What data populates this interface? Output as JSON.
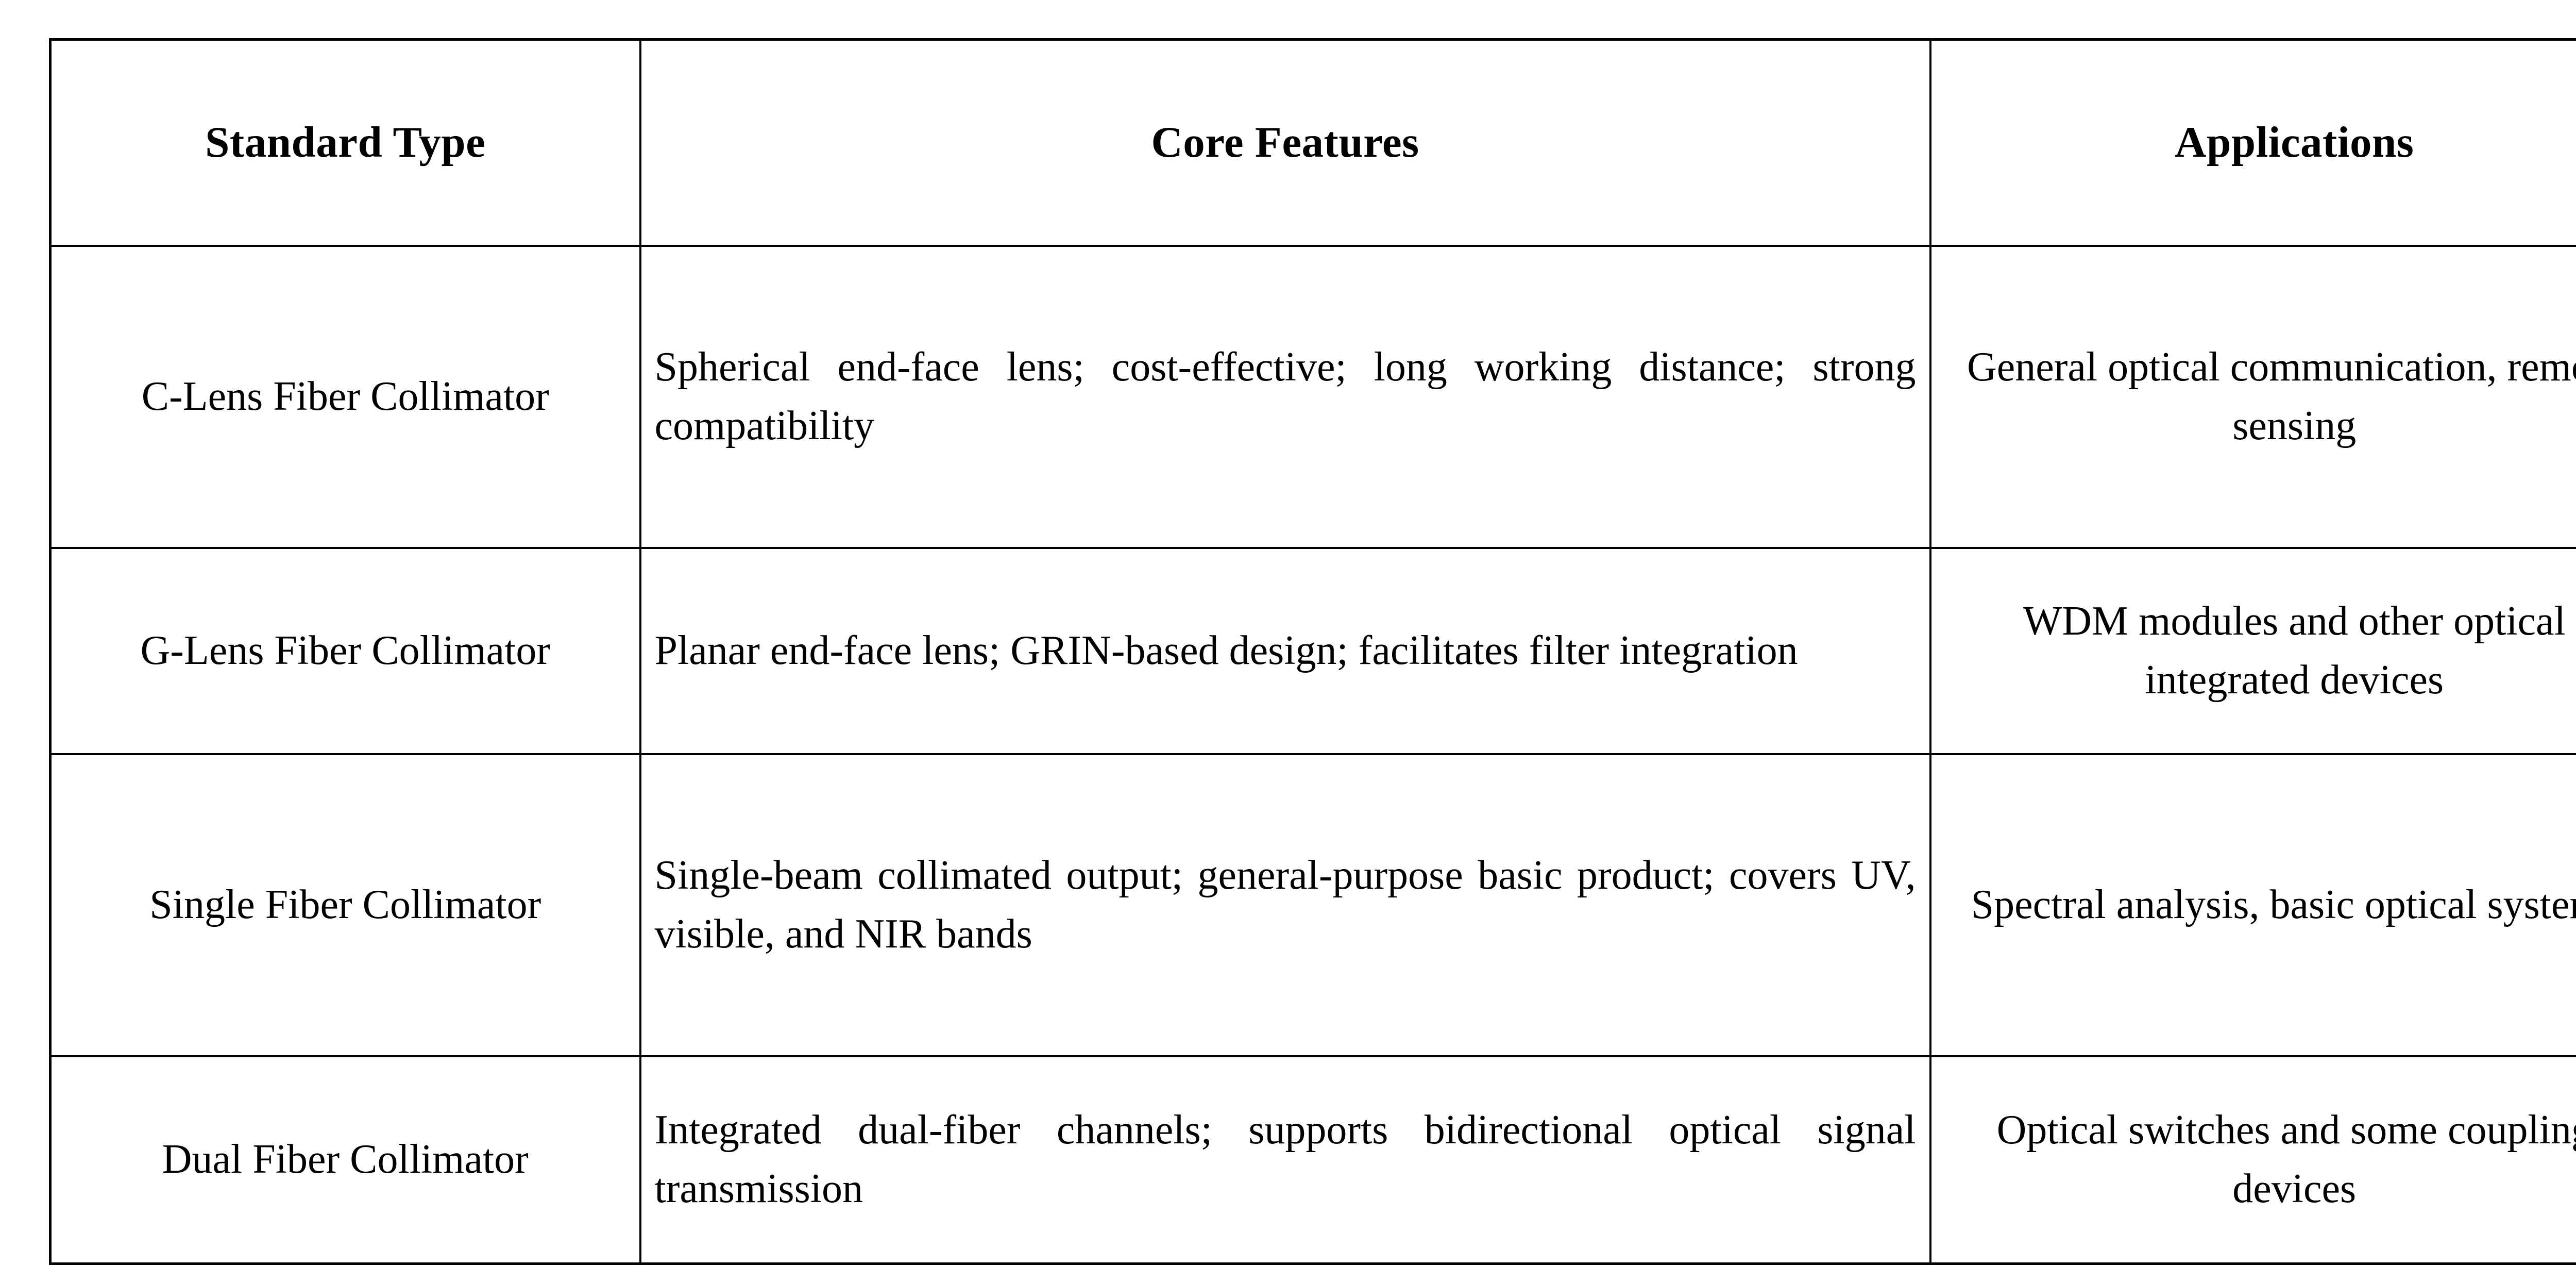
{
  "table": {
    "columns": [
      {
        "key": "standard_type",
        "header": "Standard Type",
        "align": "center"
      },
      {
        "key": "core_features",
        "header": "Core Features",
        "align": "justify"
      },
      {
        "key": "applications",
        "header": "Applications",
        "align": "center"
      }
    ],
    "headers": {
      "standard_type": "Standard Type",
      "core_features": "Core Features",
      "applications": "Applications"
    },
    "rows": [
      {
        "standard_type": "C-Lens Fiber Collimator",
        "core_features": "Spherical end-face lens; cost-effective; long working distance; strong compatibility",
        "applications": "General optical communication, remote sensing"
      },
      {
        "standard_type": "G-Lens Fiber Collimator",
        "core_features": "Planar end-face lens; GRIN-based design; facilitates filter integration",
        "applications": "WDM modules and other optical integrated devices"
      },
      {
        "standard_type": "Single Fiber Collimator",
        "core_features": "Single-beam collimated output; general-purpose basic product; covers UV, visible, and NIR bands",
        "applications": "Spectral analysis, basic optical systems"
      },
      {
        "standard_type": "Dual Fiber Collimator",
        "core_features": "Integrated dual-fiber channels; supports bidirectional optical signal transmission",
        "applications": "Optical switches and some coupling devices"
      }
    ]
  },
  "style": {
    "text_color": "#000000",
    "border_color": "#000000",
    "background_color": "#ffffff"
  }
}
